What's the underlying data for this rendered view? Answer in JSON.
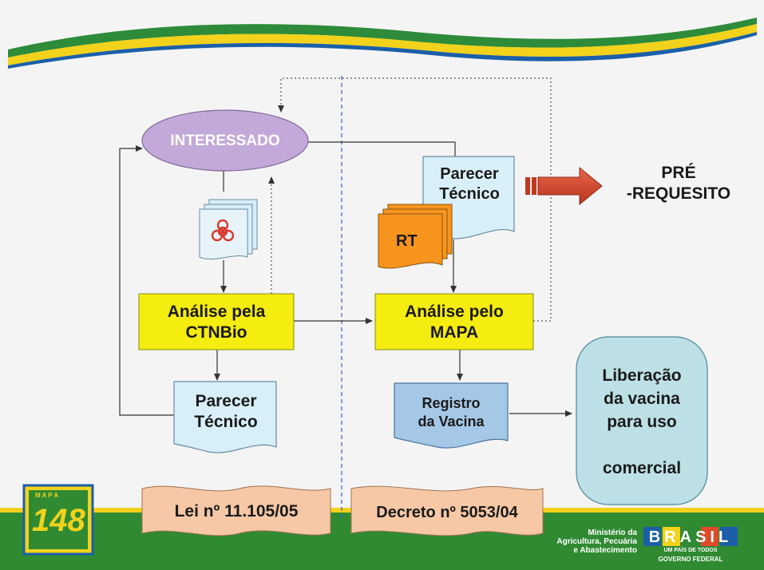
{
  "diagram": {
    "interessado": "INTERESSADO",
    "parecer_left": "Parecer\nTécnico",
    "parecer_top": "Parecer\nTécnico",
    "rt": "RT",
    "analise_ctnbio": "Análise pela\nCTNBio",
    "analise_mapa": "Análise pelo\nMAPA",
    "registro": "Registro\nda Vacina",
    "liberacao_lines": [
      "Liberação",
      "da vacina",
      "para uso",
      "",
      "comercial"
    ],
    "pre_requisito": "PRÉ\n-REQUESITO",
    "lei": "Lei nº 11.105/05",
    "decreto": "Decreto nº 5053/04"
  },
  "footer": {
    "ministry": "Ministério da\nAgricultura, Pecuária\ne Abastecimento",
    "logo_148": "148",
    "logo_148_top": "M A P A",
    "brasil": "BRASIL",
    "brasil_tag": "UM PAÍS DE TODOS",
    "gov": "GOVERNO FEDERAL"
  },
  "colors": {
    "yellow": "#f5ec10",
    "lavender": "#c2a9d9",
    "light_blue": "#cfe6f2",
    "registro_blue": "#a5c8e6",
    "liberacao": "#bde0e6",
    "orange": "#f7941d",
    "peach": "#f7c8a6",
    "green": "#2f8a32",
    "arrow_red": "#d9442b"
  }
}
